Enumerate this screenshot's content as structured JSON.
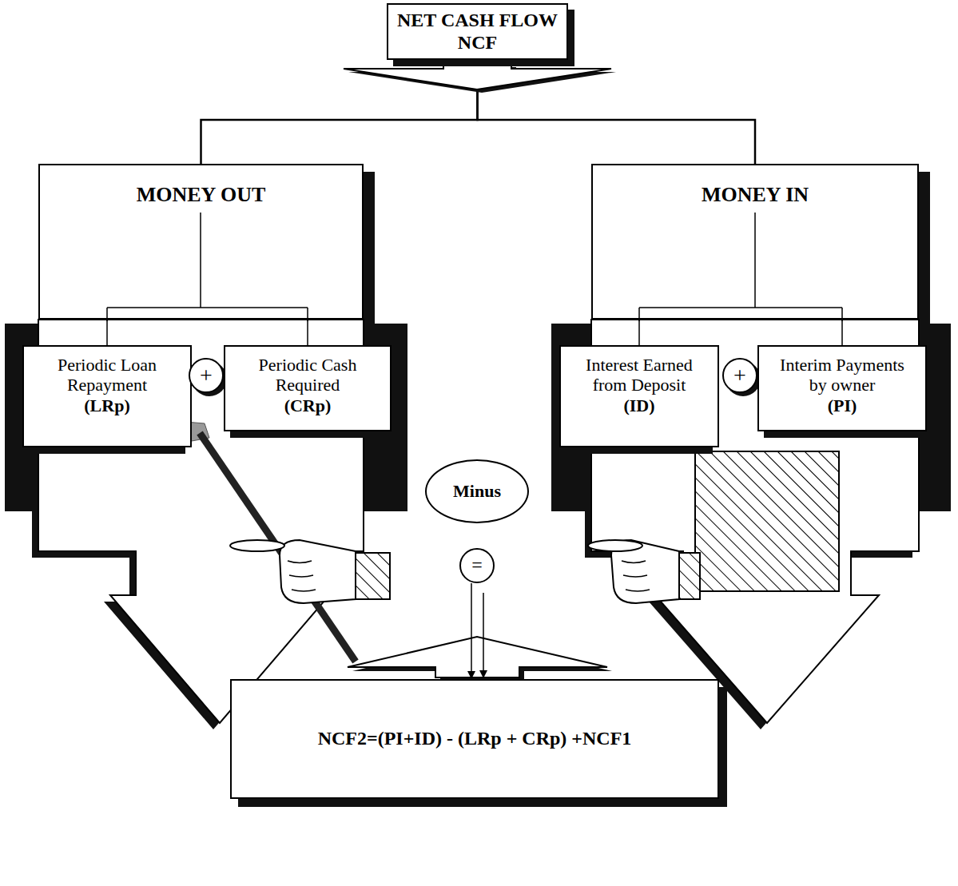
{
  "diagram": {
    "nodes": [
      {
        "text": [
          "NET CASH FLOW",
          "NCF"
        ]
      },
      {
        "text": [
          "MONEY OUT"
        ]
      },
      {
        "text": [
          "Periodic Loan Repayment",
          "(LRp)"
        ]
      },
      {
        "text": [
          "+"
        ]
      },
      {
        "text": [
          "Periodic Cash Required",
          "(CRp)"
        ]
      },
      {
        "text": [
          "MONEY IN"
        ]
      },
      {
        "text": [
          "Interest Earned from Deposit",
          "(ID)"
        ]
      },
      {
        "text": [
          "+"
        ]
      },
      {
        "text": [
          "Interim Payments by owner",
          "(PI)"
        ]
      },
      {
        "text": [
          "Minus"
        ]
      },
      {
        "text": [
          "="
        ]
      },
      {
        "text": [
          "NCF2=(PI+ID) - (LRp + CRp) +NCF1"
        ]
      }
    ],
    "edges": [
      {
        "from": 0,
        "to": 1,
        "arrow": "none"
      },
      {
        "from": 0,
        "to": 5,
        "arrow": "none"
      },
      {
        "from": 1,
        "to": 2,
        "arrow": "none"
      },
      {
        "from": 1,
        "to": 4,
        "arrow": "none"
      },
      {
        "from": 5,
        "to": 6,
        "arrow": "none"
      },
      {
        "from": 5,
        "to": 8,
        "arrow": "none"
      },
      {
        "from": 10,
        "to": 11,
        "arrow": "to"
      }
    ]
  }
}
